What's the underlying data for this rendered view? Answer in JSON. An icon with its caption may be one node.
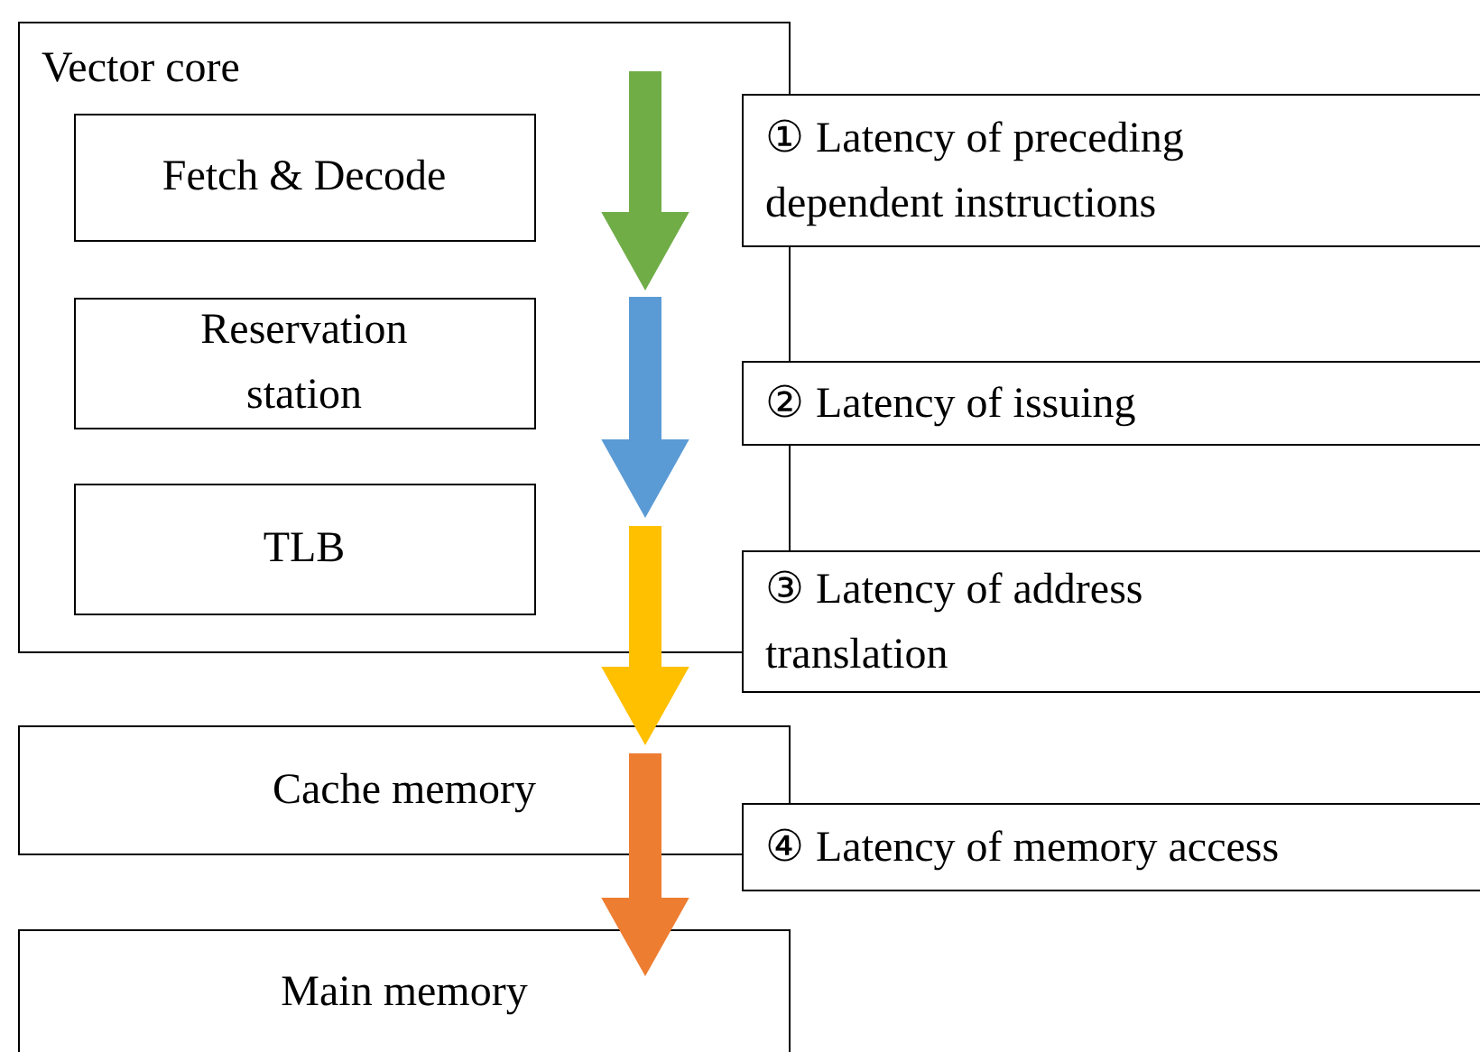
{
  "diagram": {
    "nodes": [
      {
        "text": [
          "Vector core"
        ]
      },
      {
        "text": [
          "Fetch & Decode"
        ],
        "in": 0
      },
      {
        "text": [
          "Reservation station"
        ],
        "in": 0
      },
      {
        "text": [
          "TLB"
        ],
        "in": 0
      },
      {
        "text": [
          "Cache memory"
        ]
      },
      {
        "text": [
          "Main memory"
        ]
      },
      {
        "text": [
          "① Latency of preceding dependent instructions"
        ]
      },
      {
        "text": [
          "② Latency of issuing"
        ]
      },
      {
        "text": [
          "③ Latency of address translation"
        ]
      },
      {
        "text": [
          "④ Latency of memory access"
        ]
      }
    ],
    "edges": [
      {
        "from": 1,
        "to": 2,
        "arrow": "to",
        "style": "thick",
        "color": "#70ad47"
      },
      {
        "from": 2,
        "to": 3,
        "arrow": "to",
        "style": "thick",
        "color": "#5b9bd5"
      },
      {
        "from": 3,
        "to": 4,
        "arrow": "to",
        "style": "thick",
        "color": "#ffc000"
      },
      {
        "from": 4,
        "to": 5,
        "arrow": "to",
        "style": "thick",
        "color": "#ed7d31"
      }
    ]
  }
}
